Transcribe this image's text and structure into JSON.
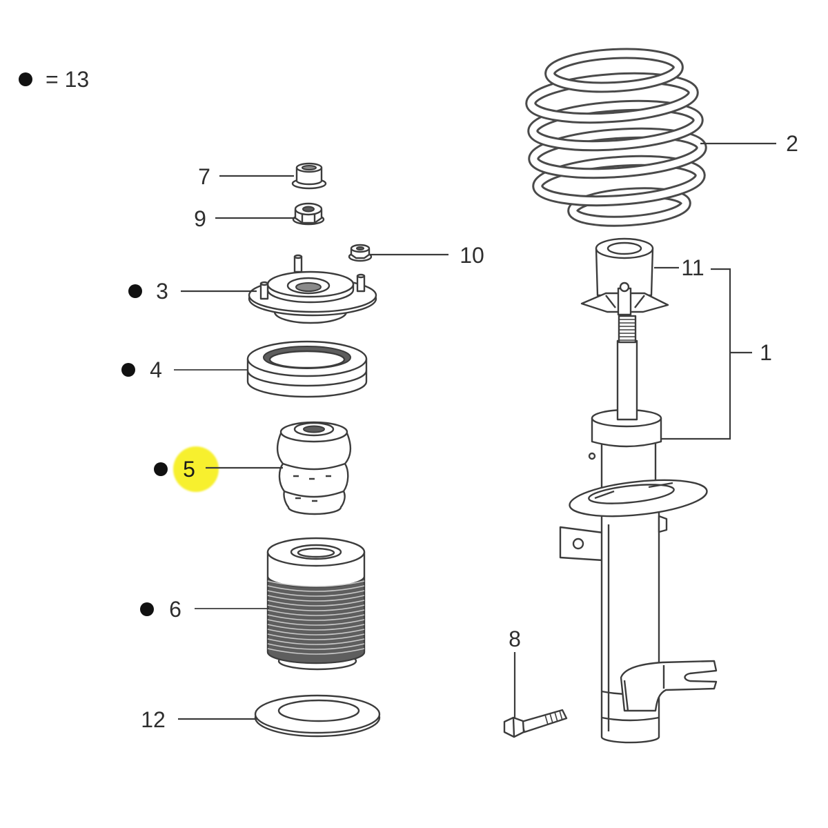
{
  "legend": {
    "text": "= 13"
  },
  "callouts": [
    {
      "label": "1",
      "marked": false
    },
    {
      "label": "2",
      "marked": false
    },
    {
      "label": "3",
      "marked": true
    },
    {
      "label": "4",
      "marked": true
    },
    {
      "label": "5",
      "marked": true,
      "highlighted": true
    },
    {
      "label": "6",
      "marked": true
    },
    {
      "label": "7",
      "marked": false
    },
    {
      "label": "8",
      "marked": false
    },
    {
      "label": "9",
      "marked": false
    },
    {
      "label": "10",
      "marked": false
    },
    {
      "label": "11",
      "marked": false
    },
    {
      "label": "12",
      "marked": false
    }
  ],
  "highlight": {
    "label": "5",
    "color": "#f7f02d"
  },
  "colors": {
    "line": "#3c3c3c",
    "boot": "#5e5e5e",
    "background": "#ffffff"
  }
}
